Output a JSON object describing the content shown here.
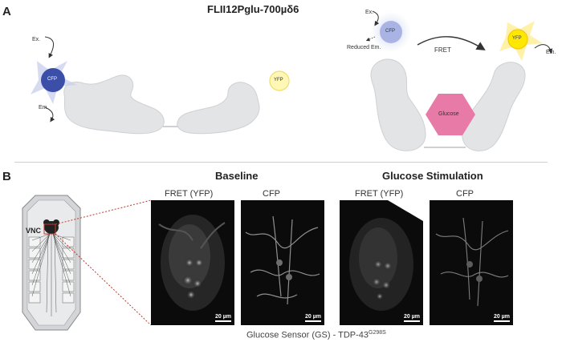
{
  "panel_a": {
    "letter": "A",
    "title": "FLII12Pglu-700µδ6",
    "left": {
      "ex": "Ex.",
      "em": "Em.",
      "cfp": "CFP",
      "yfp": "YFP"
    },
    "right": {
      "ex": "Ex.",
      "reduced_em": "Reduced Em.",
      "cfp": "CFP",
      "fret": "FRET",
      "yfp": "YFP",
      "em": "Em.",
      "glucose": "Glucose"
    }
  },
  "panel_b": {
    "letter": "B",
    "vnc_label": "VNC",
    "baseline_title": "Baseline",
    "stim_title": "Glucose Stimulation",
    "col_fret": "FRET (YFP)",
    "col_cfp": "CFP",
    "scale": "20 µm",
    "caption_main": "Glucose Sensor (GS) - TDP-43",
    "caption_sup": "G298S"
  },
  "colors": {
    "cfp": "#3b4fa8",
    "yfp": "#fff38a",
    "glucose": "#e87aa8",
    "protein": "#e3e4e6",
    "dotted": "#c0392b"
  }
}
